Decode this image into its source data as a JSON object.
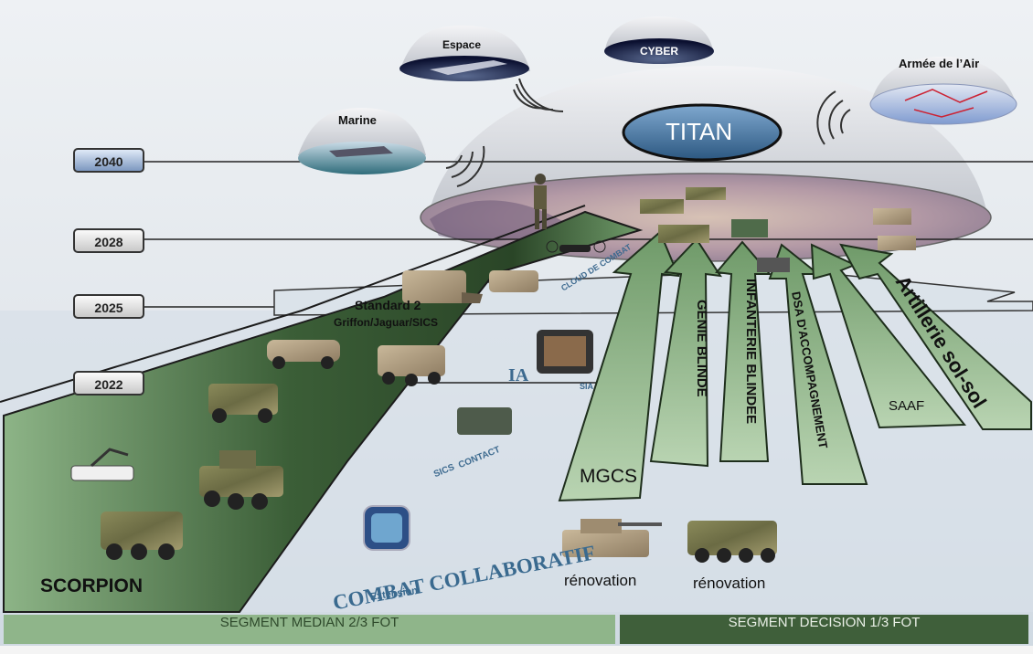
{
  "timeline": {
    "years": [
      "2040",
      "2028",
      "2025",
      "2022"
    ]
  },
  "domains": {
    "espace": "Espace",
    "cyber": "CYBER",
    "armee_air": "Armée de l’Air",
    "marine": "Marine",
    "titan": "TITAN"
  },
  "programs": {
    "scorpion": "SCORPION",
    "standard2_line1": "Standard 2",
    "standard2_line2": "Griffon/Jaguar/SICS",
    "cloud": "CLOUD DE COMBAT",
    "ia": "IA",
    "sia": "SIA",
    "sics": "SICS",
    "contact": "CONTACT",
    "combat_collaboratif": "COMBAT COLLABORATIF",
    "extension": "Extension",
    "renovation_1": "rénovation",
    "renovation_2": "rénovation"
  },
  "arrows": {
    "mgcs": "MGCS",
    "genie": "GENIE BLINDE",
    "infanterie": "INFANTERIE BLINDEE",
    "dsa": "DSA D'ACCOMPAGNEMENT",
    "saaf": "SAAF",
    "artillerie": "Artillerie sol-sol"
  },
  "segments": {
    "median": "SEGMENT MEDIAN 2/3 FOT",
    "decision": "SEGMENT DECISION 1/3 FOT"
  },
  "colors": {
    "scorpion_green": "#7fa57a",
    "arrow_green": "#9dbf96",
    "segment_median": "#8fb58a",
    "segment_decision": "#3f5f3a",
    "titan_blue": "#3d6f9e"
  }
}
